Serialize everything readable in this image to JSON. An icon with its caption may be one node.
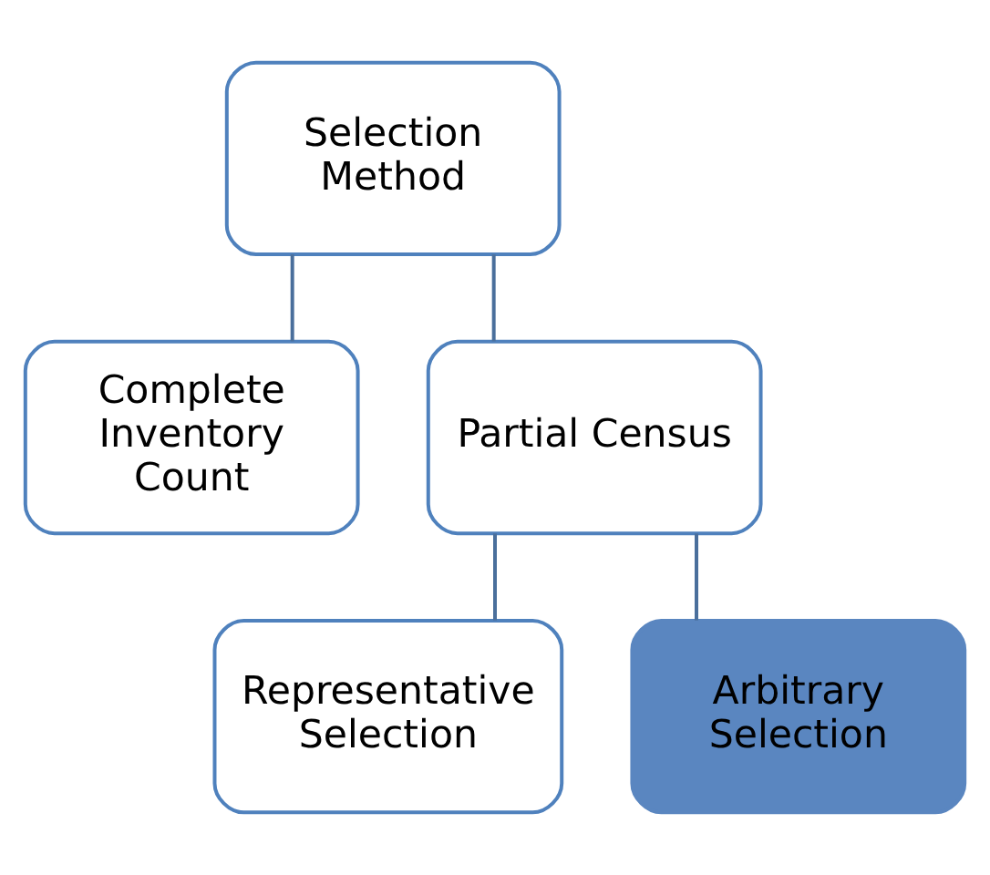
{
  "diagram": {
    "nodes": [
      {
        "text": [
          "Selection Method"
        ]
      },
      {
        "text": [
          "Complete Inventory Count"
        ]
      },
      {
        "text": [
          "Partial Census"
        ]
      },
      {
        "text": [
          "Representative Selection"
        ]
      },
      {
        "text": [
          "Arbitrary Selection"
        ]
      }
    ],
    "edges": [
      {
        "from": 0,
        "to": 1,
        "arrow": "none"
      },
      {
        "from": 0,
        "to": 2,
        "arrow": "none"
      },
      {
        "from": 2,
        "to": 3,
        "arrow": "none"
      },
      {
        "from": 2,
        "to": 4,
        "arrow": "none"
      }
    ]
  }
}
